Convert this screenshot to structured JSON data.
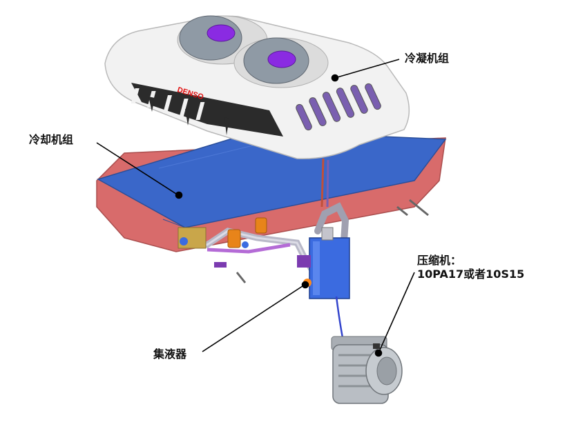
{
  "brand_text": "DENSO",
  "labels": {
    "condenser_unit": "冷凝机组",
    "evaporator_unit": "冷却机组",
    "compressor_line1": "压缩机：",
    "compressor_line2": "10PA17或者10S15",
    "accumulator": "集液器"
  },
  "colors": {
    "housing_white": "#f2f2f2",
    "evaporator_top_blue": "#3a67c9",
    "evaporator_side_red": "#d86b6b",
    "fan_purple": "#8a2be2",
    "pipe_silver": "#b8b8c8",
    "valve_orange": "#e8841a",
    "compressor_grey": "#b9bec4"
  }
}
